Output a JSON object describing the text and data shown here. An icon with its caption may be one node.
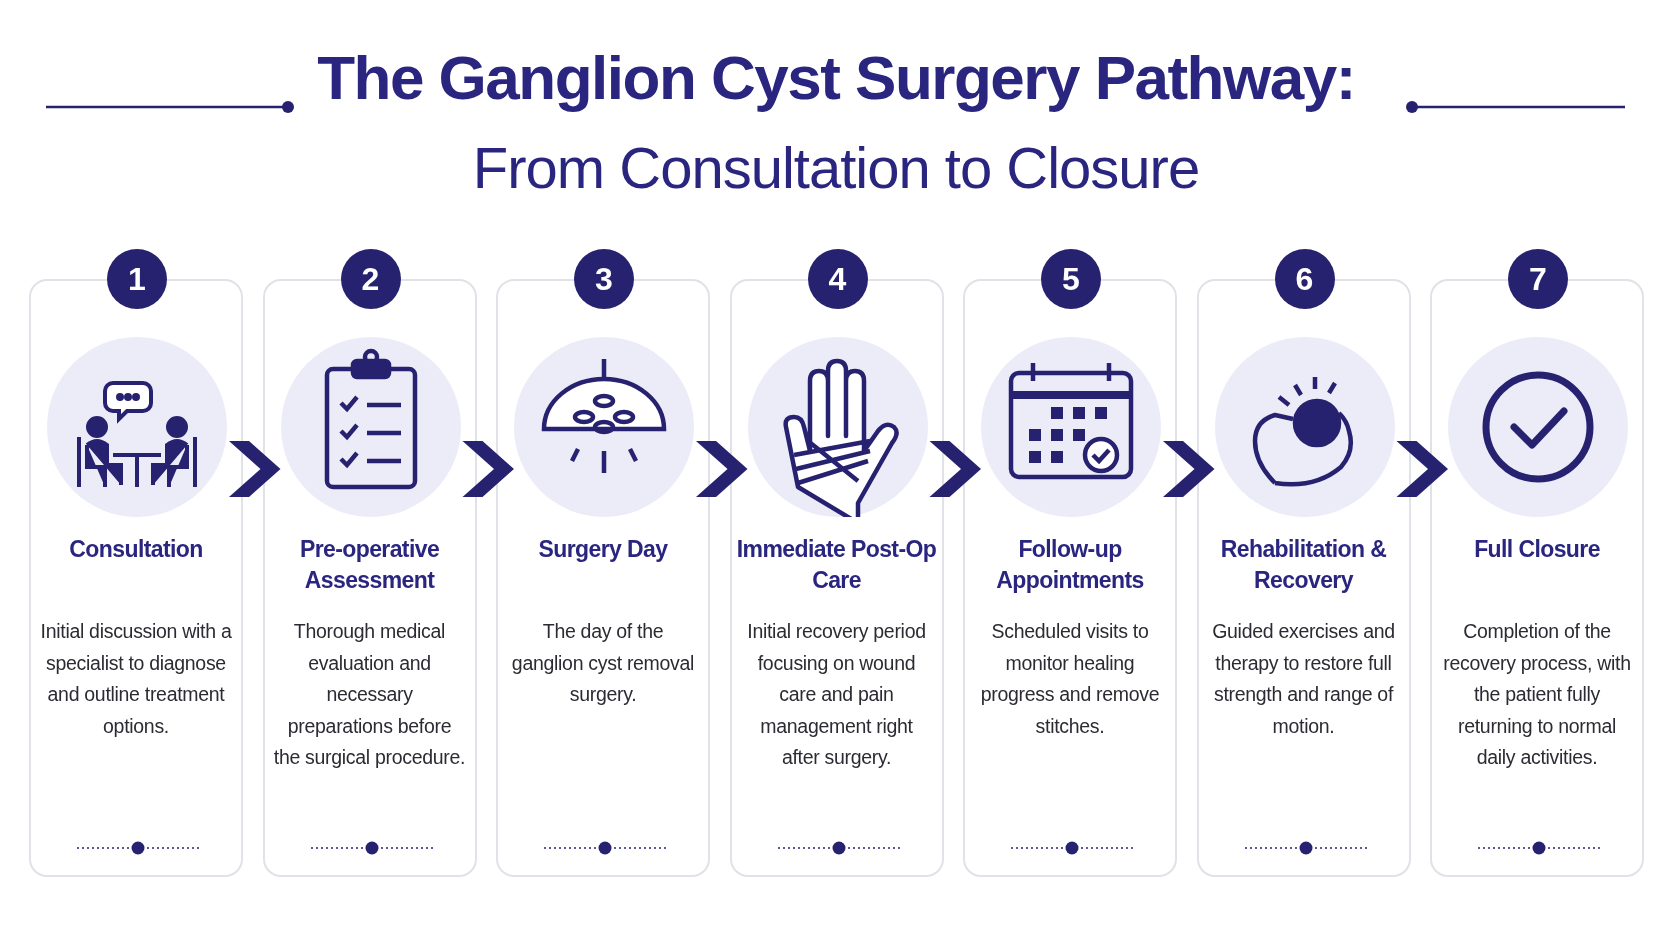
{
  "diagram": {
    "title": "The Ganglion Cyst Surgery Pathway:",
    "nodes": [
      {
        "text": [
          "Consultation",
          "Initial discussion with a specialist to diagnose and outline treatment options."
        ],
        "beside": [
          "1"
        ]
      },
      {
        "text": [
          "Pre-operative Assessment",
          "Thorough medical evaluation and necessary preparations before the surgical procedure."
        ],
        "beside": [
          "2"
        ]
      },
      {
        "text": [
          "Surgery Day",
          "The day of the ganglion cyst removal surgery."
        ],
        "beside": [
          "3"
        ]
      },
      {
        "text": [
          "Immediate Post-Op Care",
          "Initial recovery period focusing on wound care and pain management right after surgery."
        ],
        "beside": [
          "4"
        ]
      },
      {
        "text": [
          "Follow-up Appointments",
          "Scheduled visits to monitor healing progress and remove stitches."
        ],
        "beside": [
          "5"
        ]
      },
      {
        "text": [
          "Rehabilitation & Recovery",
          "Guided exercises and therapy to restore full strength and range of motion."
        ],
        "beside": [
          "6"
        ]
      },
      {
        "text": [
          "Full Closure",
          "Completion of the recovery process, with the patient fully returning to normal daily activities."
        ],
        "beside": [
          "7"
        ]
      }
    ],
    "edges": [
      {
        "from": 0,
        "to": 1,
        "arrow": "to"
      },
      {
        "from": 1,
        "to": 2,
        "arrow": "to"
      },
      {
        "from": 2,
        "to": 3,
        "arrow": "to"
      },
      {
        "from": 3,
        "to": 4,
        "arrow": "to"
      },
      {
        "from": 4,
        "to": 5,
        "arrow": "to"
      },
      {
        "from": 5,
        "to": 6,
        "arrow": "to"
      }
    ],
    "labels": [
      "From Consultation to Closure"
    ]
  }
}
